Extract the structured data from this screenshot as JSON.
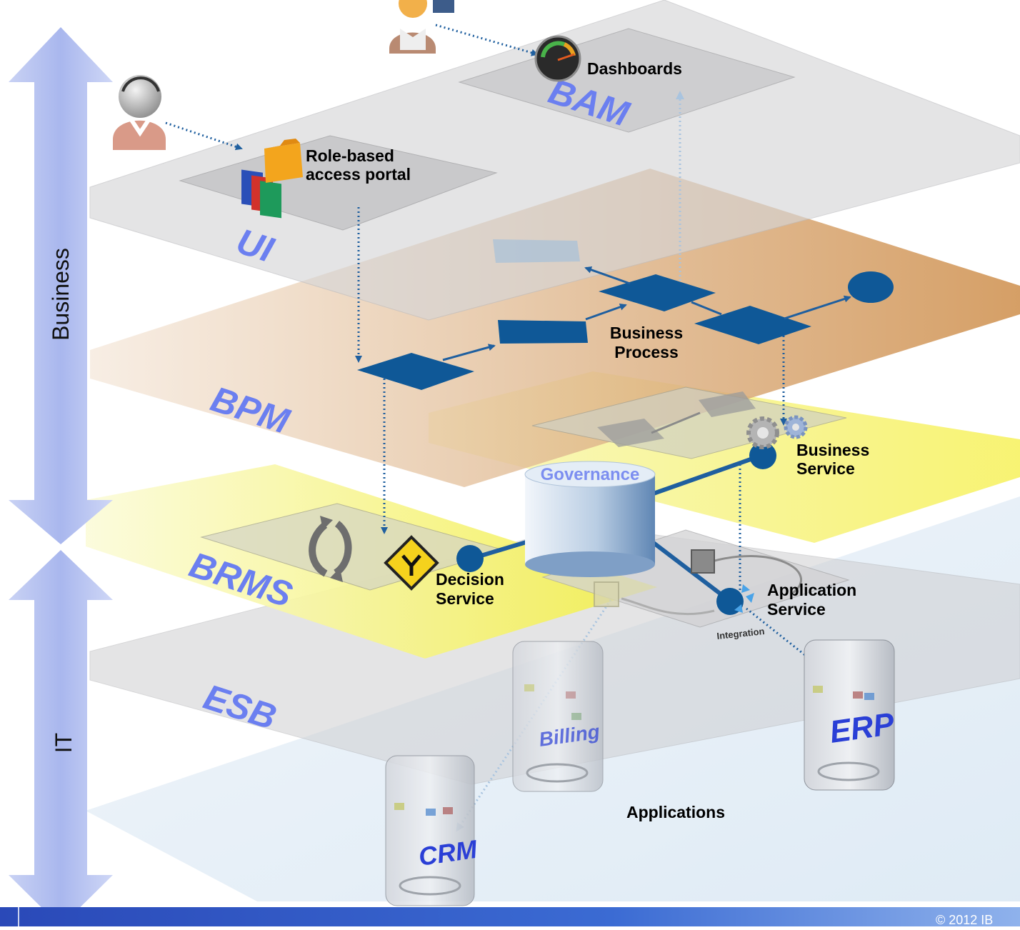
{
  "axis": {
    "business": "Business",
    "it": "IT"
  },
  "layers": {
    "bam": "BAM",
    "ui": "UI",
    "bpm": "BPM",
    "brms": "BRMS",
    "esb": "ESB"
  },
  "labels": {
    "dashboards": "Dashboards",
    "portal_line1": "Role-based",
    "portal_line2": "access portal",
    "process_line1": "Business",
    "process_line2": "Process",
    "bservice_line1": "Business",
    "bservice_line2": "Service",
    "governance": "Governance",
    "decision_line1": "Decision",
    "decision_line2": "Service",
    "appservice_line1": "Application",
    "appservice_line2": "Service",
    "integration": "Integration",
    "applications": "Applications"
  },
  "apps": {
    "billing": "Billing",
    "erp": "ERP",
    "crm": "CRM"
  },
  "footer": {
    "copyright": "© 2012 IB"
  },
  "icons": [
    "user-icon",
    "operator-icon",
    "dashboard-gauge-icon",
    "folders-icon",
    "gears-icon",
    "refresh-cycle-icon",
    "decision-sign-icon",
    "database-icon",
    "server-icon"
  ]
}
